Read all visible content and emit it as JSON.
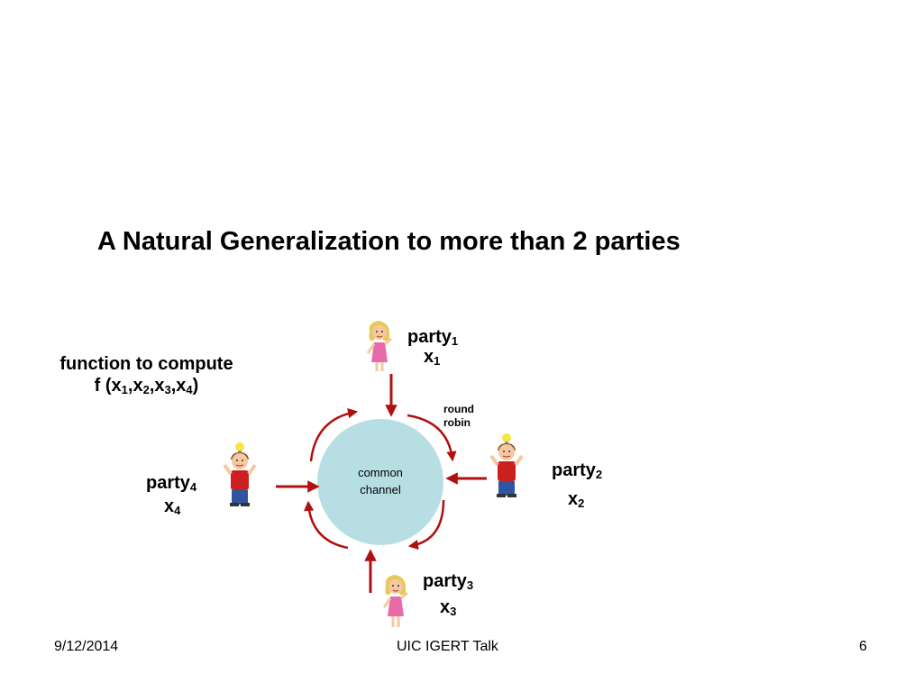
{
  "slide": {
    "title": "A Natural Generalization to more than 2 parties",
    "function_label": "function to compute",
    "function_expr": {
      "f": "f (x",
      "s1": "1",
      "c1": ",x",
      "s2": "2",
      "c2": ",x",
      "s3": "3",
      "c3": ",x",
      "s4": "4",
      "end": ")"
    },
    "round_robin": [
      "round",
      "robin"
    ],
    "channel": [
      "common",
      "channel"
    ],
    "parties": [
      {
        "name": "party",
        "index": "1",
        "input": "x",
        "input_index": "1"
      },
      {
        "name": "party",
        "index": "2",
        "input": "x",
        "input_index": "2"
      },
      {
        "name": "party",
        "index": "3",
        "input": "x",
        "input_index": "3"
      },
      {
        "name": "party",
        "index": "4",
        "input": "x",
        "input_index": "4"
      }
    ]
  },
  "footer": {
    "date": "9/12/2014",
    "center": "UIC IGERT Talk",
    "page": "6"
  },
  "colors": {
    "arrow": "#b01010",
    "channel_fill": "#b7dfe3",
    "girl_dress": "#e86aa8",
    "boy_shirt": "#cc1f1f",
    "hair_girl": "#e8c85a",
    "hair_boy": "#8a4a1c",
    "bulb": "#f5e642"
  },
  "icons": [
    "girl-figure-icon",
    "boy-figure-icon",
    "lightbulb-icon"
  ]
}
